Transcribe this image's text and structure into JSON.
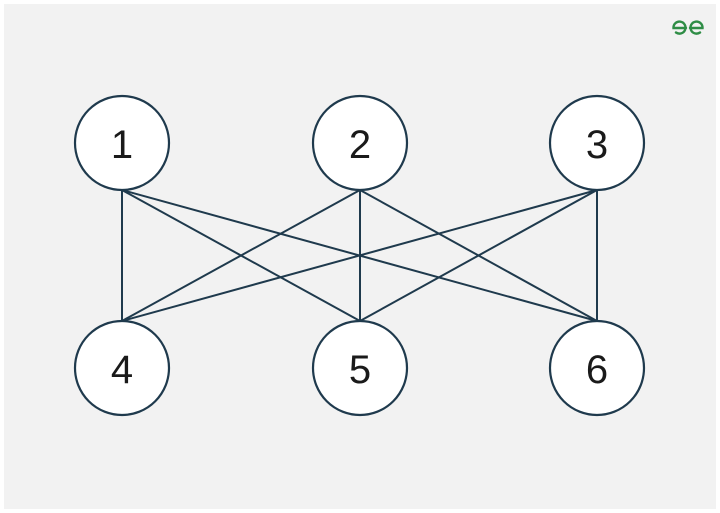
{
  "diagram": {
    "nodes": [
      {
        "id": "1",
        "label": "1"
      },
      {
        "id": "2",
        "label": "2"
      },
      {
        "id": "3",
        "label": "3"
      },
      {
        "id": "4",
        "label": "4"
      },
      {
        "id": "5",
        "label": "5"
      },
      {
        "id": "6",
        "label": "6"
      }
    ],
    "edges": [
      [
        "1",
        "4"
      ],
      [
        "1",
        "5"
      ],
      [
        "1",
        "6"
      ],
      [
        "2",
        "4"
      ],
      [
        "2",
        "5"
      ],
      [
        "2",
        "6"
      ],
      [
        "3",
        "4"
      ],
      [
        "3",
        "5"
      ],
      [
        "3",
        "6"
      ]
    ]
  },
  "colors": {
    "background": "#f2f2f2",
    "stroke": "#1f3a4d",
    "node_fill": "#ffffff",
    "logo": "#2f8d46"
  },
  "logo": {
    "icon": "geeksforgeeks-logo-icon"
  }
}
